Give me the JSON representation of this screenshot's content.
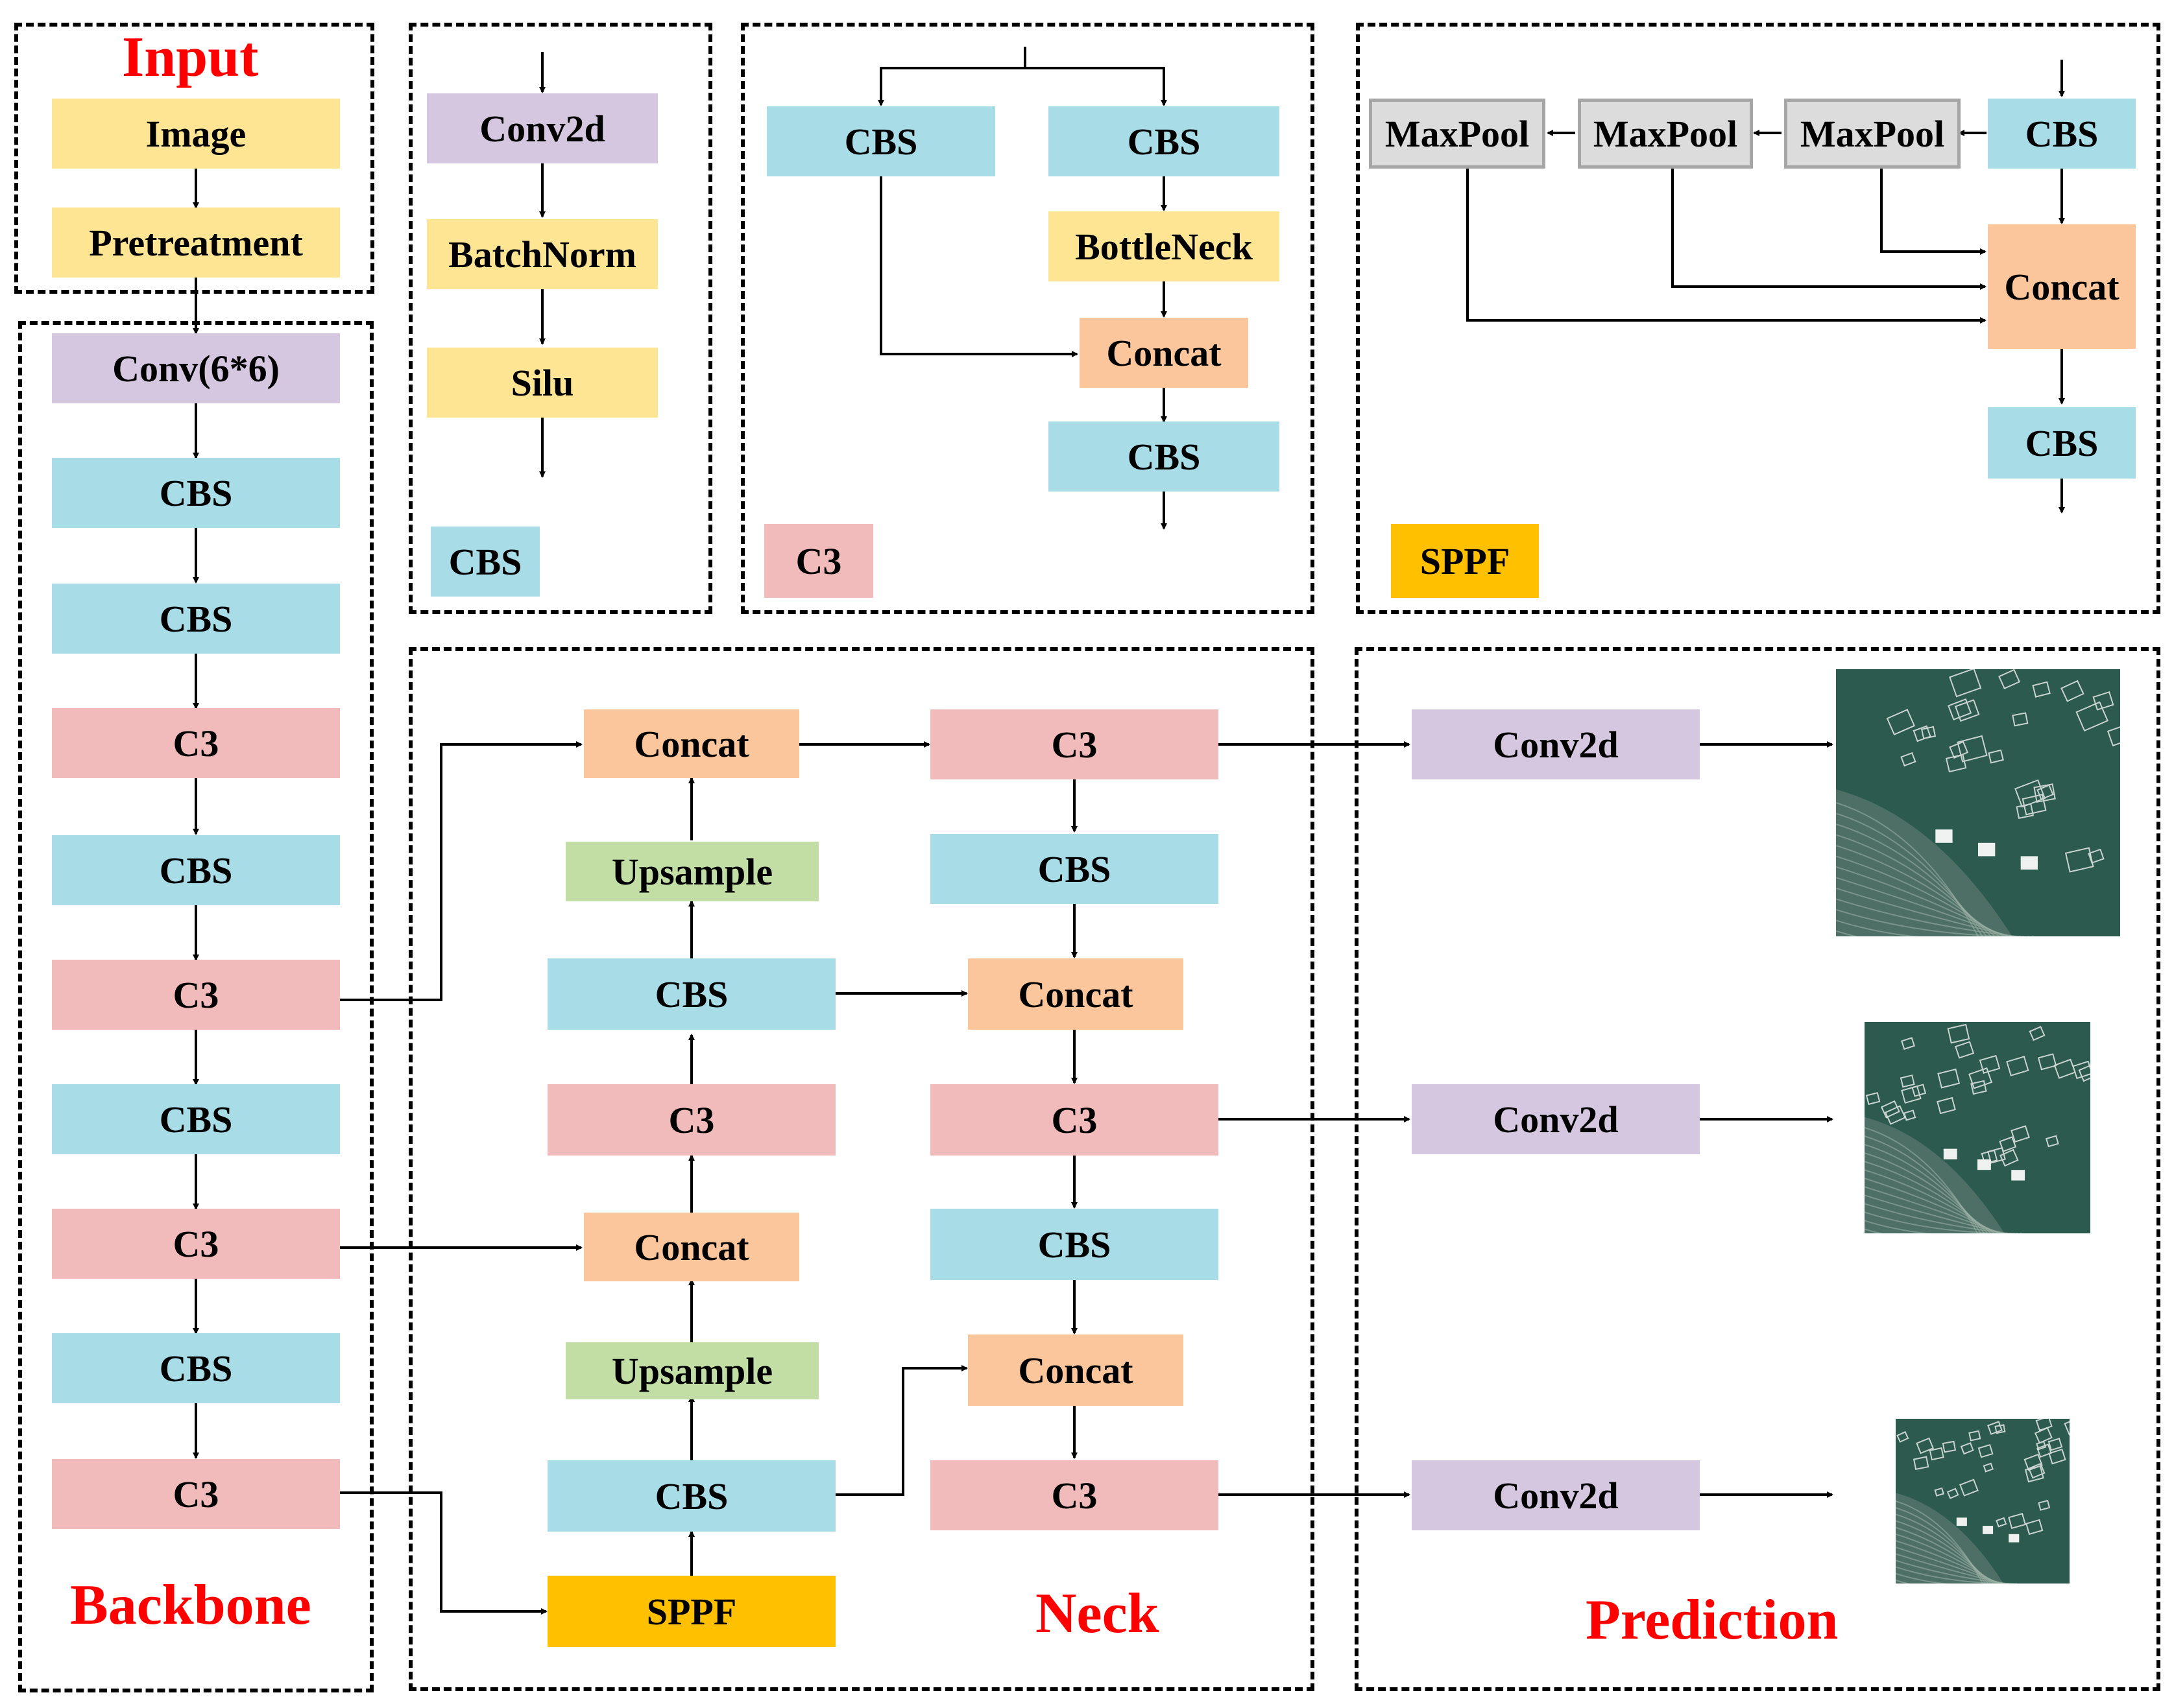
{
  "colors": {
    "purple": "#d6c7e1",
    "yellow": "#fde594",
    "cyan": "#a8dde8",
    "pink": "#f2bbbb",
    "orange": "#fbc69b",
    "green": "#c2dea5",
    "gold": "#ffc000",
    "gray": "#dcdcdc",
    "title_red": "#ff0000",
    "line": "#000000",
    "sea": "#2c5a4e"
  },
  "sections": {
    "input_title": "Input",
    "backbone_title": "Backbone",
    "neck_title": "Neck",
    "prediction_title": "Prediction"
  },
  "input": {
    "image": "Image",
    "pretreatment": "Pretreatment"
  },
  "backbone": {
    "items": [
      "Conv(6*6)",
      "CBS",
      "CBS",
      "C3",
      "CBS",
      "C3",
      "CBS",
      "C3",
      "CBS",
      "C3"
    ]
  },
  "cbs_module": {
    "steps": [
      "Conv2d",
      "BatchNorm",
      "Silu"
    ],
    "legend": "CBS"
  },
  "c3_module": {
    "left_cbs": "CBS",
    "right_cbs": "CBS",
    "bottleneck": "BottleNeck",
    "concat": "Concat",
    "out_cbs": "CBS",
    "legend": "C3"
  },
  "sppf_module": {
    "maxpools": [
      "MaxPool",
      "MaxPool",
      "MaxPool"
    ],
    "in_cbs": "CBS",
    "concat": "Concat",
    "out_cbs": "CBS",
    "legend": "SPPF"
  },
  "neck": {
    "left": [
      "Concat",
      "Upsample",
      "CBS",
      "C3",
      "Concat",
      "Upsample",
      "CBS",
      "SPPF"
    ],
    "right": [
      "C3",
      "CBS",
      "Concat",
      "C3",
      "CBS",
      "Concat",
      "C3"
    ]
  },
  "prediction": {
    "heads": [
      "Conv2d",
      "Conv2d",
      "Conv2d"
    ],
    "thumbnails": [
      "aerial-image-large",
      "aerial-image-medium",
      "aerial-image-small"
    ]
  }
}
